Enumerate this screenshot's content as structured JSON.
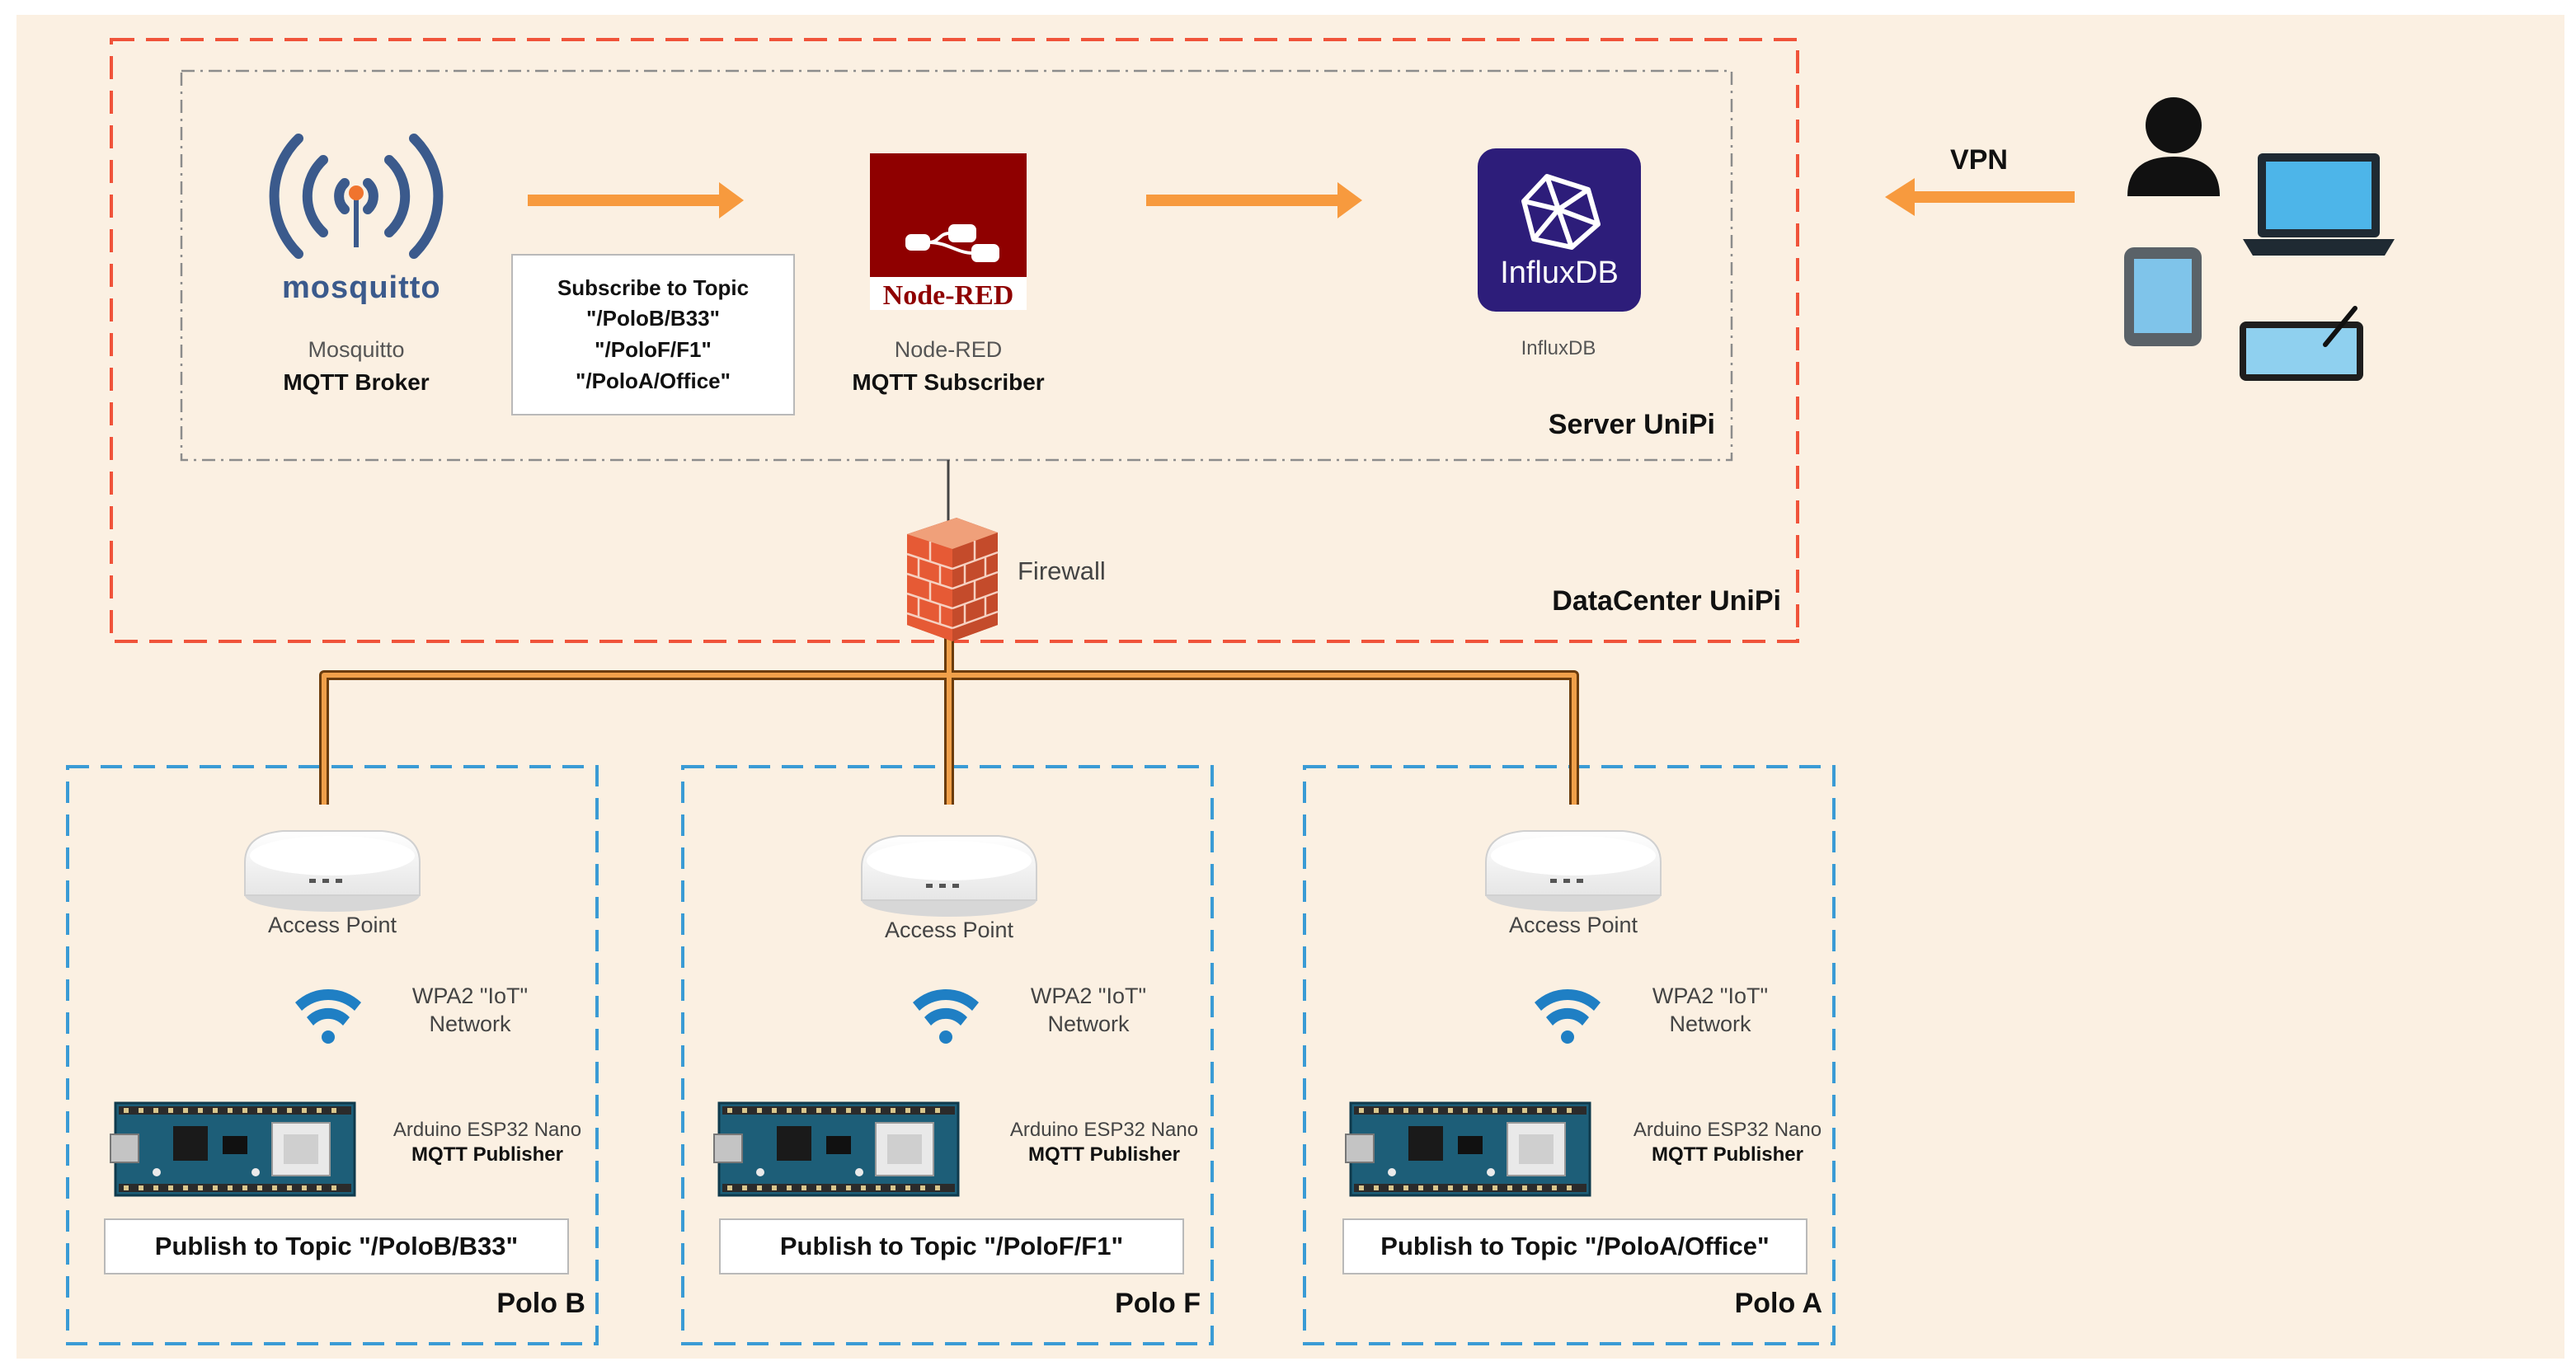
{
  "colors": {
    "background": "#fbf0e2",
    "datacenter_border": "#f0533a",
    "polo_border": "#3a9bd5",
    "server_border": "#8c8c8c",
    "cable": "#e8892c",
    "arrow": "#f79a3e",
    "wifi": "#1f7fc4",
    "influx": "#2d1d7a"
  },
  "server": {
    "label": "Server UniPi",
    "mosquitto": {
      "logo_text": "mosquitto",
      "name": "Mosquitto",
      "role": "MQTT Broker"
    },
    "subscribe": {
      "title": "Subscribe to Topic",
      "topics": [
        "\"/PoloB/B33\"",
        "\"/PoloF/F1\"",
        "\"/PoloA/Office\""
      ]
    },
    "nodered": {
      "logo_text": "Node-RED",
      "name": "Node-RED",
      "role": "MQTT Subscriber"
    },
    "influx": {
      "logo_text": "InfluxDB",
      "name": "InfluxDB"
    }
  },
  "datacenter": {
    "label": "DataCenter UniPi"
  },
  "firewall": {
    "label": "Firewall"
  },
  "vpn": {
    "label": "VPN"
  },
  "client_devices": [
    "user-icon",
    "laptop-icon",
    "phone-icon",
    "tablet-icon"
  ],
  "polos": [
    {
      "label": "Polo B",
      "access_point": "Access Point",
      "wifi": [
        "WPA2 \"IoT\"",
        "Network"
      ],
      "device": [
        "Arduino ESP32 Nano",
        "MQTT Publisher"
      ],
      "publish": "Publish to Topic \"/PoloB/B33\""
    },
    {
      "label": "Polo F",
      "access_point": "Access Point",
      "wifi": [
        "WPA2 \"IoT\"",
        "Network"
      ],
      "device": [
        "Arduino ESP32 Nano",
        "MQTT Publisher"
      ],
      "publish": "Publish to Topic \"/PoloF/F1\""
    },
    {
      "label": "Polo A",
      "access_point": "Access Point",
      "wifi": [
        "WPA2 \"IoT\"",
        "Network"
      ],
      "device": [
        "Arduino ESP32 Nano",
        "MQTT Publisher"
      ],
      "publish": "Publish to Topic \"/PoloA/Office\""
    }
  ]
}
